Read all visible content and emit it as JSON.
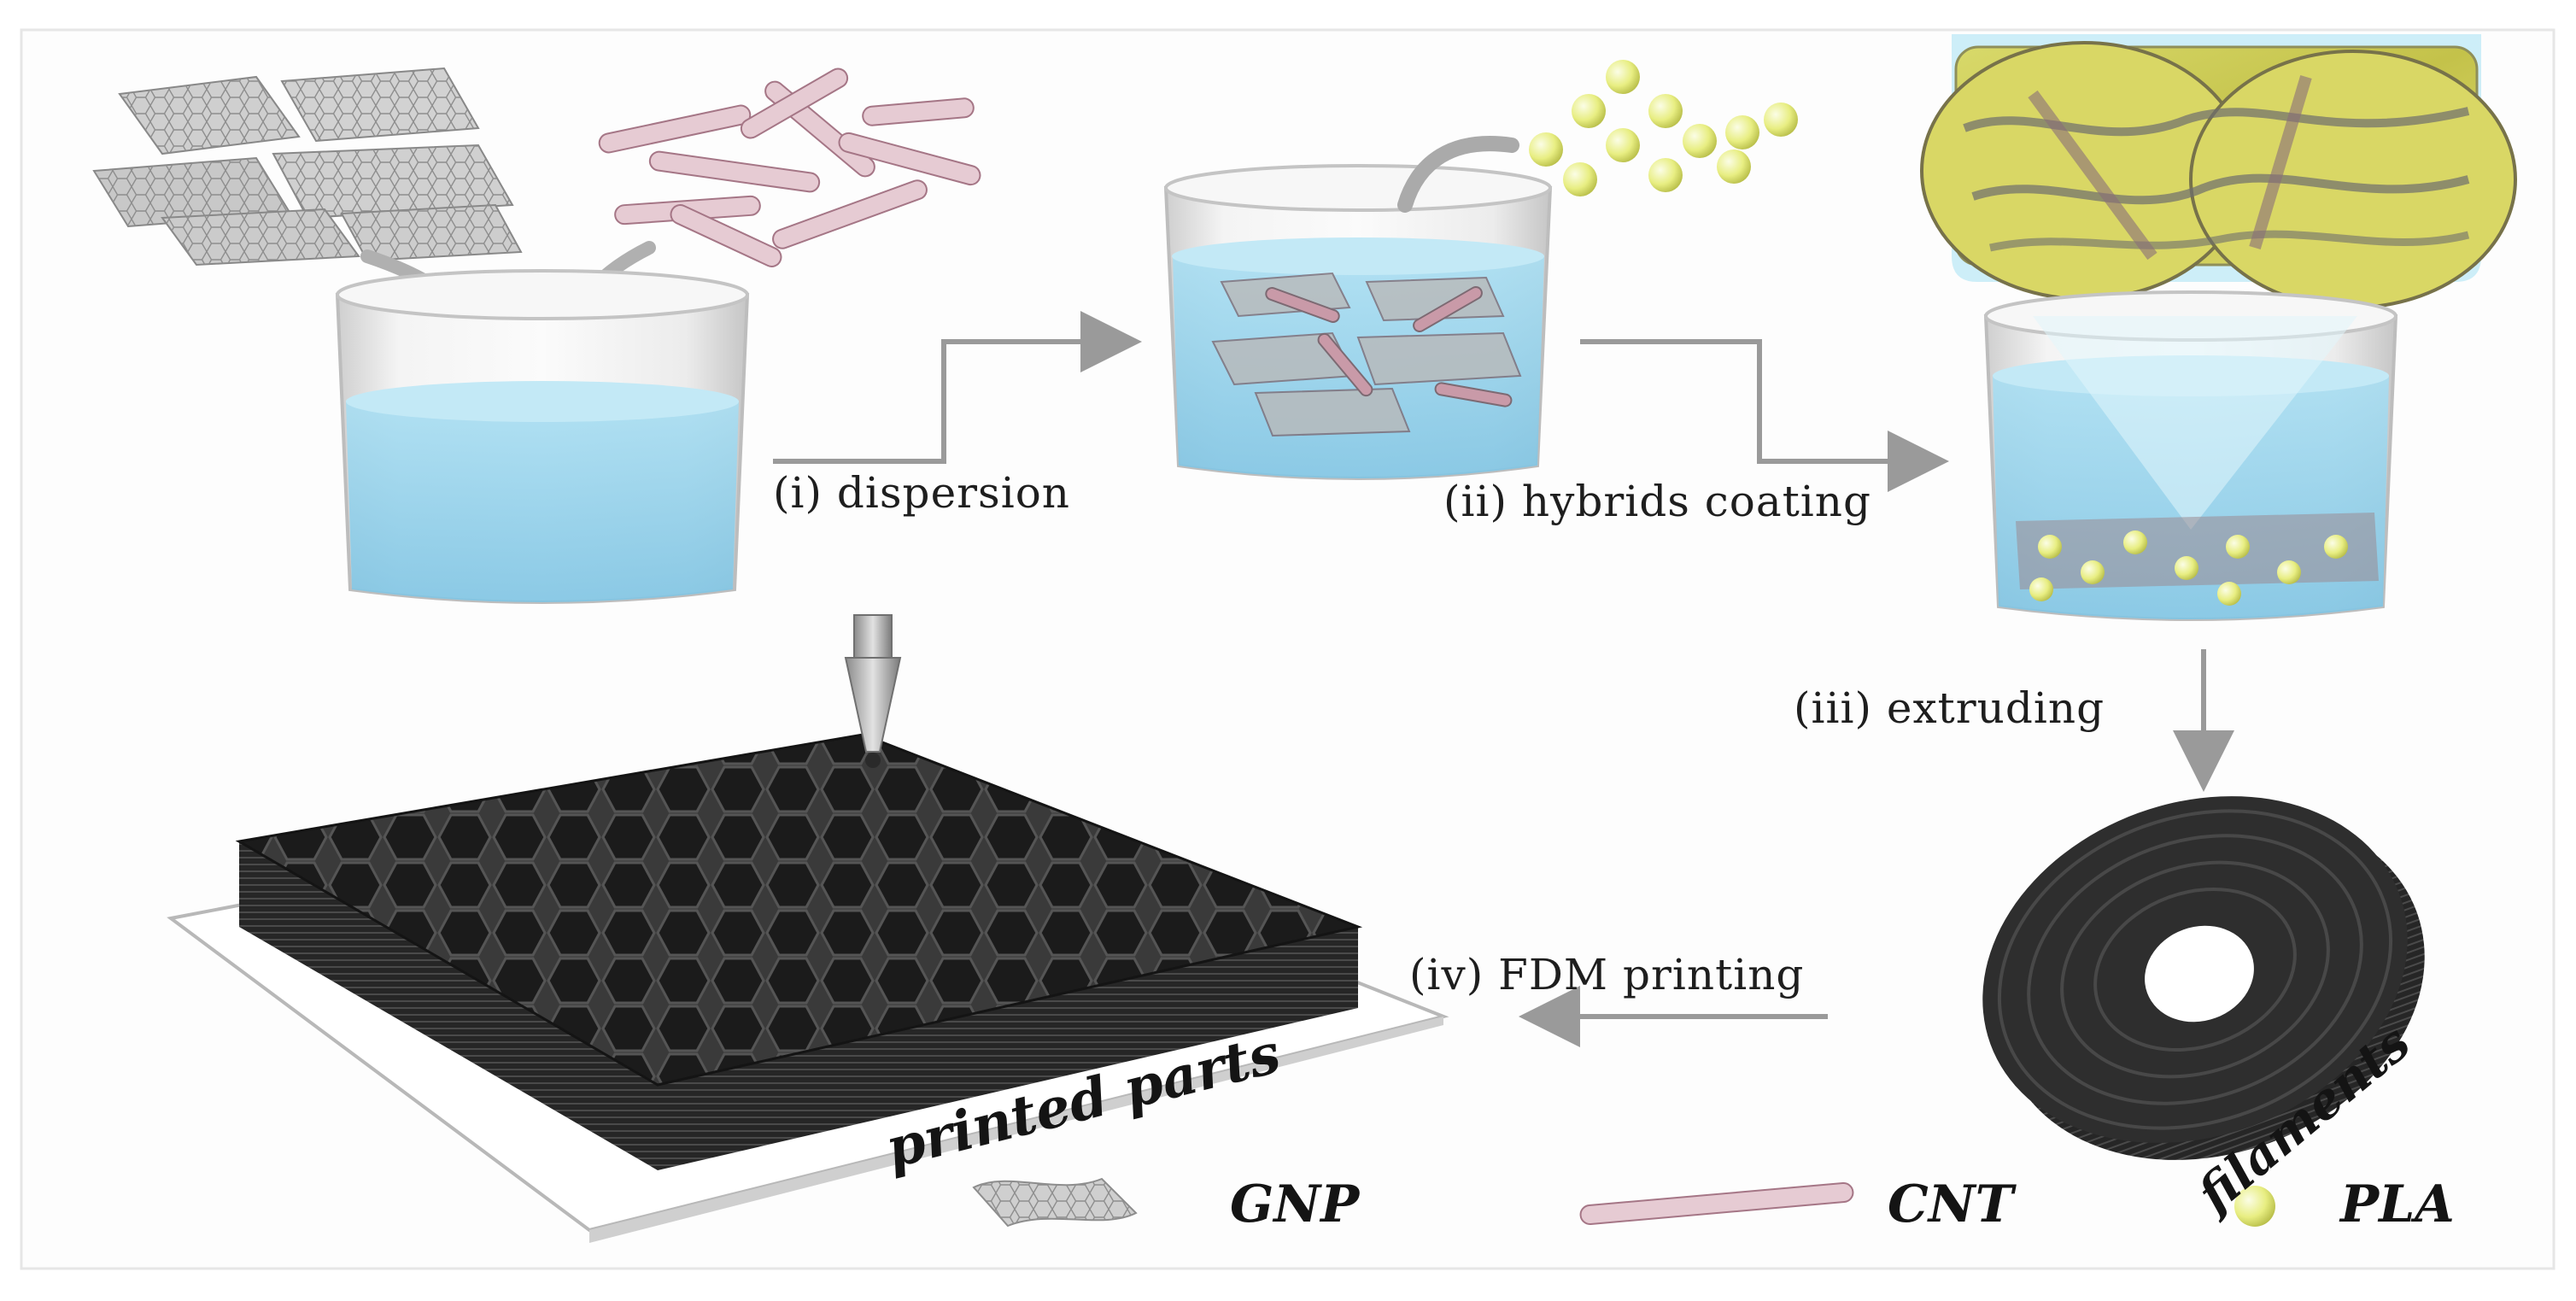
{
  "steps": {
    "dispersion": "(i) dispersion",
    "coating": "(ii) hybrids coating",
    "extruding": "(iii) extruding",
    "printing": "(iv) FDM printing"
  },
  "labels": {
    "printed_parts": "printed parts",
    "filaments": "filaments"
  },
  "legend": {
    "gnp": "GNP",
    "cnt": "CNT",
    "pla": "PLA"
  },
  "colors": {
    "water": "#9fd8ee",
    "pla": "#eef28a",
    "cnt": "#b07a8c",
    "gnp": "#b9b9b9",
    "dark": "#2b2b2b"
  }
}
